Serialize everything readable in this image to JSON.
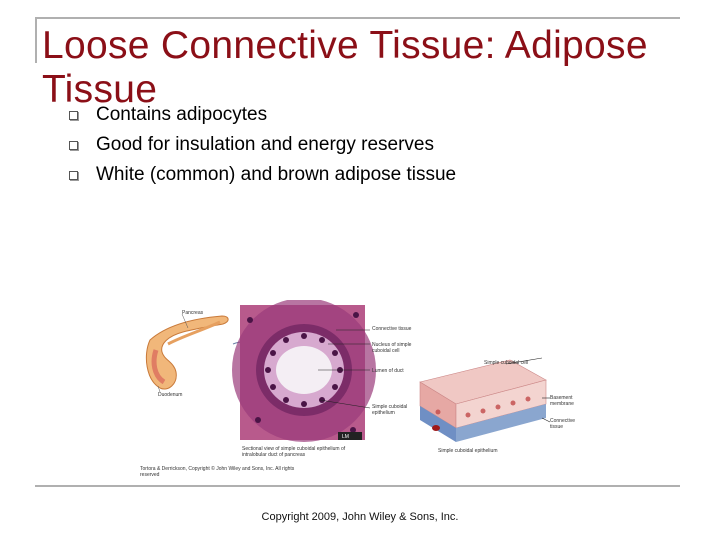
{
  "slide": {
    "title": "Loose Connective Tissue:  Adipose Tissue",
    "bullets": [
      "Contains adipocytes",
      "Good for insulation and energy reserves",
      "White (common) and brown adipose tissue"
    ],
    "footer": "Copyright 2009, John Wiley & Sons, Inc."
  },
  "figure": {
    "labels": {
      "pancreas": "Pancreas",
      "duodenum": "Duodenum",
      "connective_tissue": "Connective tissue",
      "nucleus": "Nucleus of simple cuboidal cell",
      "lumen": "Lumen of duct",
      "simple_cuboidal_epithelium": "Simple cuboidal epithelium",
      "lm": "LM",
      "simple_cuboidal_cell": "Simple cuboidal cell",
      "basement_membrane": "Basement membrane",
      "connective_tissue_right": "Connective tissue",
      "section_caption": "Sectional view of simple cuboidal epithelium of intralobular duct of pancreas",
      "simple_cuboidal_caption": "Simple cuboidal epithelium",
      "credit": "Tortora & Derrickson, Copyright © John Wiley and Sons, Inc. All rights reserved"
    }
  },
  "colors": {
    "title": "#8b0f17",
    "tissue_outer": "#9a3a7a",
    "tissue_cell": "#d7a9cf",
    "nucleus": "#4a1446",
    "cell_block": "#f0c8c4",
    "connective_block": "#8aa6cf"
  }
}
